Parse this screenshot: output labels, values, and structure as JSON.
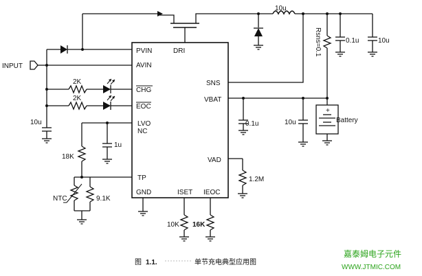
{
  "ic": {
    "pins_left": [
      "PVIN",
      "AVIN",
      "CHG",
      "EOC",
      "LVO",
      "NC",
      "TP",
      "GND"
    ],
    "pins_right": [
      "SNS",
      "VBAT",
      "VAD"
    ],
    "pins_top": [
      "DRI"
    ],
    "pins_bottom": [
      "ISET",
      "IEOC"
    ]
  },
  "labels": {
    "input": "INPUT",
    "inductor": "10u",
    "rsns": "Rsns=0.1",
    "cap_out1": "0.1u",
    "cap_out2": "10u",
    "r_chg": "2K",
    "r_eoc": "2K",
    "cap_in": "10u",
    "cap_lvo": "1u",
    "r_tp": "18K",
    "ntc": "NTC",
    "r_ntc_par": "9.1K",
    "cap_vbat1": "0.1u",
    "cap_vbat2": "10u",
    "battery": "Battery",
    "battery_plus": "+",
    "r_vad": "1.2M",
    "r_iset": "10K",
    "r_ieoc": "16K"
  },
  "caption": {
    "prefix": "图",
    "number": "1.1.",
    "text": "单节充电典型应用图"
  },
  "watermark": {
    "line1": "嘉泰姆电子元件",
    "line2": "WWW.JTMIC.COM"
  }
}
